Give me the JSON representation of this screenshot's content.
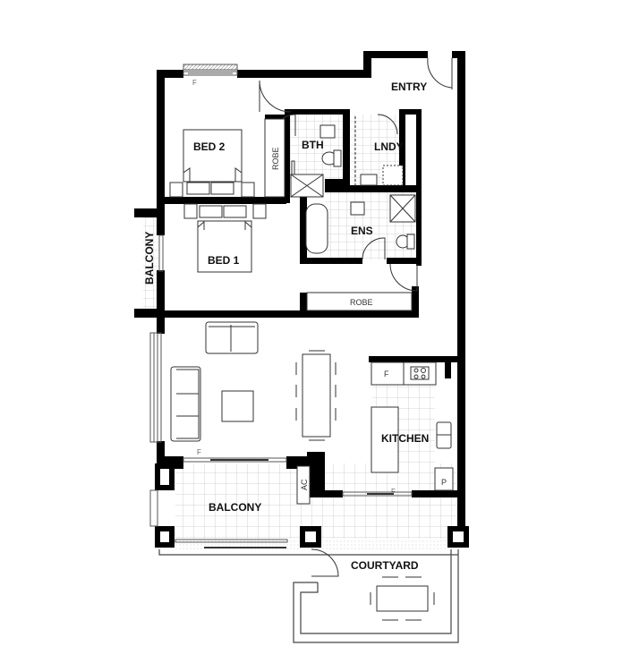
{
  "plan": {
    "rooms": [
      {
        "id": "entry",
        "label": "ENTRY"
      },
      {
        "id": "bed2",
        "label": "BED 2"
      },
      {
        "id": "bth",
        "label": "BTH"
      },
      {
        "id": "lndy",
        "label": "LNDY"
      },
      {
        "id": "ens",
        "label": "ENS"
      },
      {
        "id": "bed1",
        "label": "BED 1"
      },
      {
        "id": "robe_bed2",
        "label": "ROBE"
      },
      {
        "id": "robe_bed1",
        "label": "ROBE"
      },
      {
        "id": "balcony_side",
        "label": "BALCONY"
      },
      {
        "id": "kitchen",
        "label": "KITCHEN"
      },
      {
        "id": "balcony_main",
        "label": "BALCONY"
      },
      {
        "id": "courtyard",
        "label": "COURTYARD"
      }
    ],
    "fixtures": {
      "ac": "AC",
      "fridge": "F",
      "pantry": "P",
      "fixed_glass": "F"
    },
    "colors": {
      "wall": "#000000",
      "tile": "#c8c8c8",
      "line": "#333333"
    }
  }
}
